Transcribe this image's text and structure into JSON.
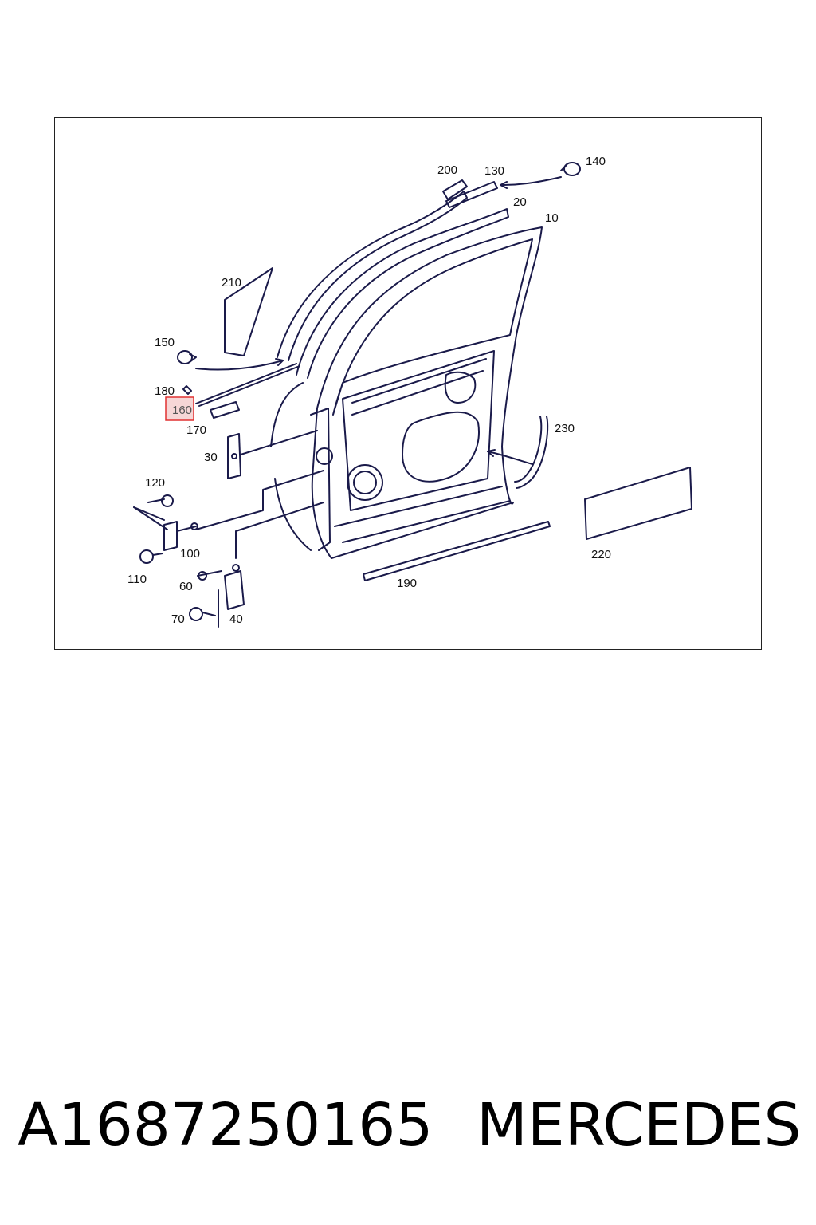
{
  "diagram": {
    "labels": {
      "p10": "10",
      "p20": "20",
      "p30": "30",
      "p40": "40",
      "p60": "60",
      "p70": "70",
      "p100": "100",
      "p110": "110",
      "p120": "120",
      "p130": "130",
      "p140": "140",
      "p150": "150",
      "p160": "160",
      "p170": "170",
      "p180": "180",
      "p190": "190",
      "p200": "200",
      "p210": "210",
      "p220": "220",
      "p230": "230"
    },
    "highlighted_part": "160",
    "colors": {
      "line": "#1a1a4a",
      "highlight_border": "#e03030",
      "highlight_fill": "#f6d6d6"
    }
  },
  "footer": {
    "part_number": "A1687250165",
    "brand": "MERCEDES"
  }
}
